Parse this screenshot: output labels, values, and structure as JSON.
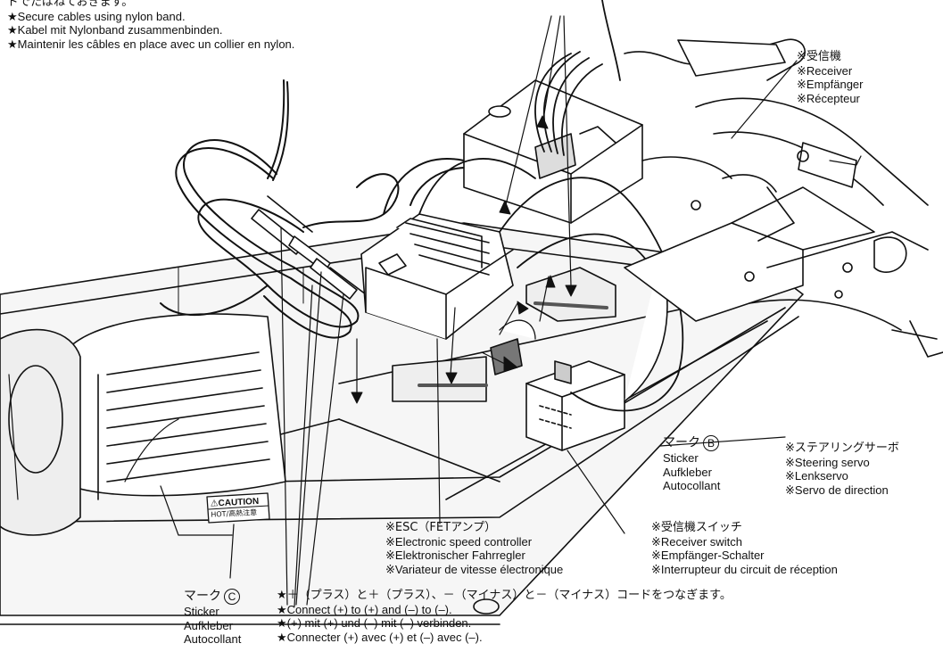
{
  "top_left": {
    "line_jp": "ドでたばねておきます。",
    "line_en": "★Secure cables using nylon band.",
    "line_de": "★Kabel mit Nylonband zusammenbinden.",
    "line_fr": "★Maintenir les câbles en place avec un collier en nylon."
  },
  "receiver": {
    "jp": "※受信機",
    "en": "※Receiver",
    "de": "※Empfänger",
    "fr": "※Récepteur"
  },
  "steering_servo": {
    "jp": "※ステアリングサーボ",
    "en": "※Steering servo",
    "de": "※Lenkservo",
    "fr": "※Servo de direction"
  },
  "sticker_b": {
    "mark": "マーク",
    "letter": "B",
    "en": "Sticker",
    "de": "Aufkleber",
    "fr": "Autocollant"
  },
  "sticker_c": {
    "mark": "マーク",
    "letter": "C",
    "en": "Sticker",
    "de": "Aufkleber",
    "fr": "Autocollant"
  },
  "esc": {
    "jp": "※ESC（FETアンプ）",
    "en": "※Electronic speed controller",
    "de": "※Elektronischer Fahrregler",
    "fr": "※Variateur de vitesse électronique"
  },
  "receiver_switch": {
    "jp": "※受信機スイッチ",
    "en": "※Receiver switch",
    "de": "※Empfänger-Schalter",
    "fr": "※Interrupteur du circuit de réception"
  },
  "connect": {
    "jp": "★＋（プラス）と＋（プラス）、－（マイナス）と－（マイナス）コードをつなぎます。",
    "en": "★Connect (+) to (+) and (–) to (–).",
    "de": "★(+) mit (+) und (–) mit (–) verbinden.",
    "fr": "★Connecter (+) avec (+) et (–) avec (–)."
  },
  "caution_sticker": {
    "title": "⚠CAUTION",
    "sub": "HOT/高熱注意"
  }
}
